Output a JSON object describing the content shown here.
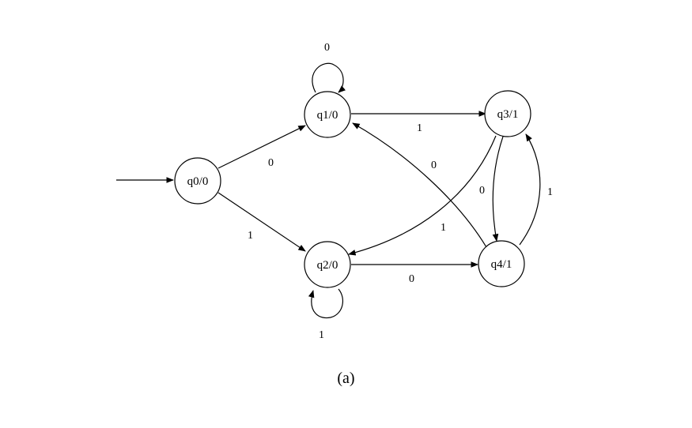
{
  "states": [
    {
      "id": "q0",
      "label": "q0/0",
      "start": true
    },
    {
      "id": "q1",
      "label": "q1/0"
    },
    {
      "id": "q2",
      "label": "q2/0"
    },
    {
      "id": "q3",
      "label": "q3/1"
    },
    {
      "id": "q4",
      "label": "q4/1"
    }
  ],
  "transitions": [
    {
      "from": "q0",
      "to": "q1",
      "symbol": "0"
    },
    {
      "from": "q0",
      "to": "q2",
      "symbol": "1"
    },
    {
      "from": "q1",
      "to": "q1",
      "symbol": "0"
    },
    {
      "from": "q1",
      "to": "q3",
      "symbol": "1"
    },
    {
      "from": "q2",
      "to": "q2",
      "symbol": "1"
    },
    {
      "from": "q2",
      "to": "q4",
      "symbol": "0"
    },
    {
      "from": "q3",
      "to": "q4",
      "symbol": "0"
    },
    {
      "from": "q3",
      "to": "q2",
      "symbol": "1"
    },
    {
      "from": "q4",
      "to": "q1",
      "symbol": "0"
    },
    {
      "from": "q4",
      "to": "q3",
      "symbol": "1"
    }
  ],
  "caption": "(a)"
}
